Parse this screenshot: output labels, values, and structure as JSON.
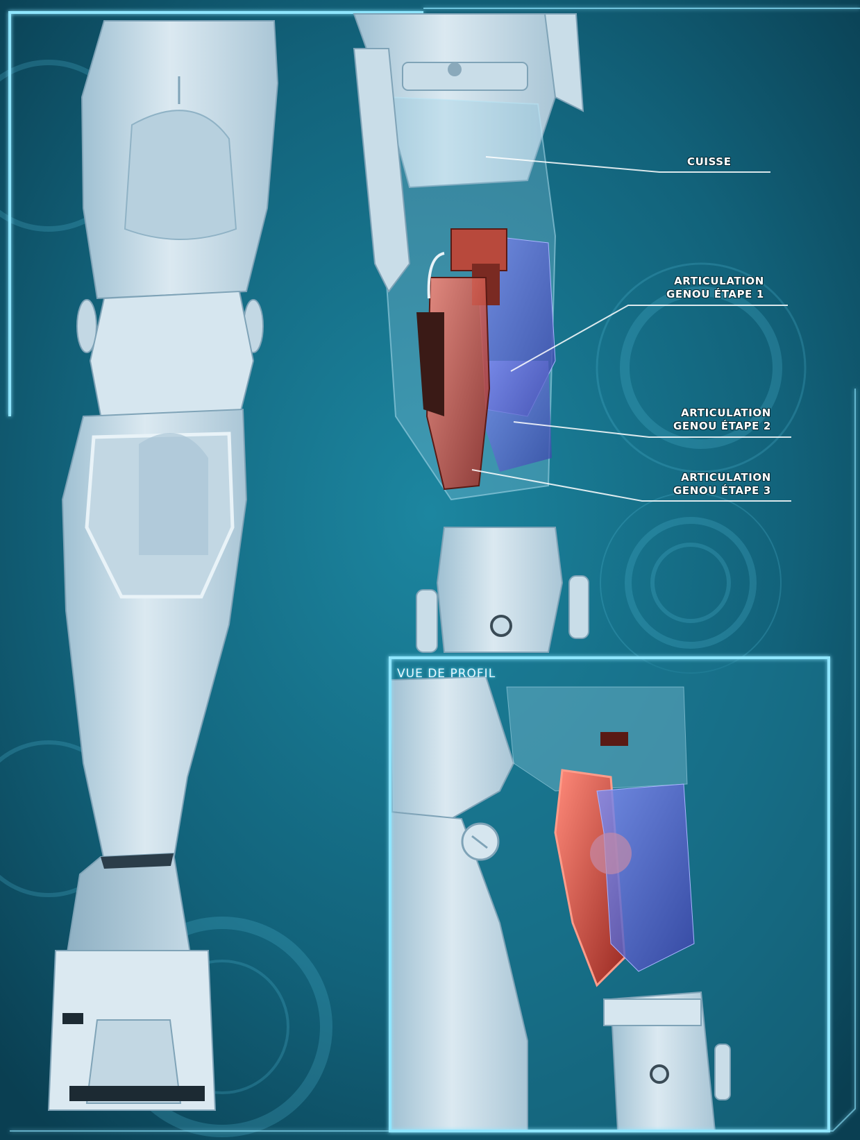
{
  "callouts": {
    "thigh": {
      "line1": "CUISSE"
    },
    "knee_step_1": {
      "line1": "ARTICULATION",
      "line2": "GENOU ÉTAPE 1"
    },
    "knee_step_2": {
      "line1": "ARTICULATION",
      "line2": "GENOU ÉTAPE 2"
    },
    "knee_step_3": {
      "line1": "ARTICULATION",
      "line2": "GENOU ÉTAPE 3"
    }
  },
  "inset": {
    "title": "VUE DE PROFIL"
  },
  "colors": {
    "background": "#0f5a70",
    "frame_glow": "#8fe6ff",
    "armor": "#c9dde8",
    "joint_red": "#d44a3c",
    "joint_blue": "#4a5fd0"
  }
}
